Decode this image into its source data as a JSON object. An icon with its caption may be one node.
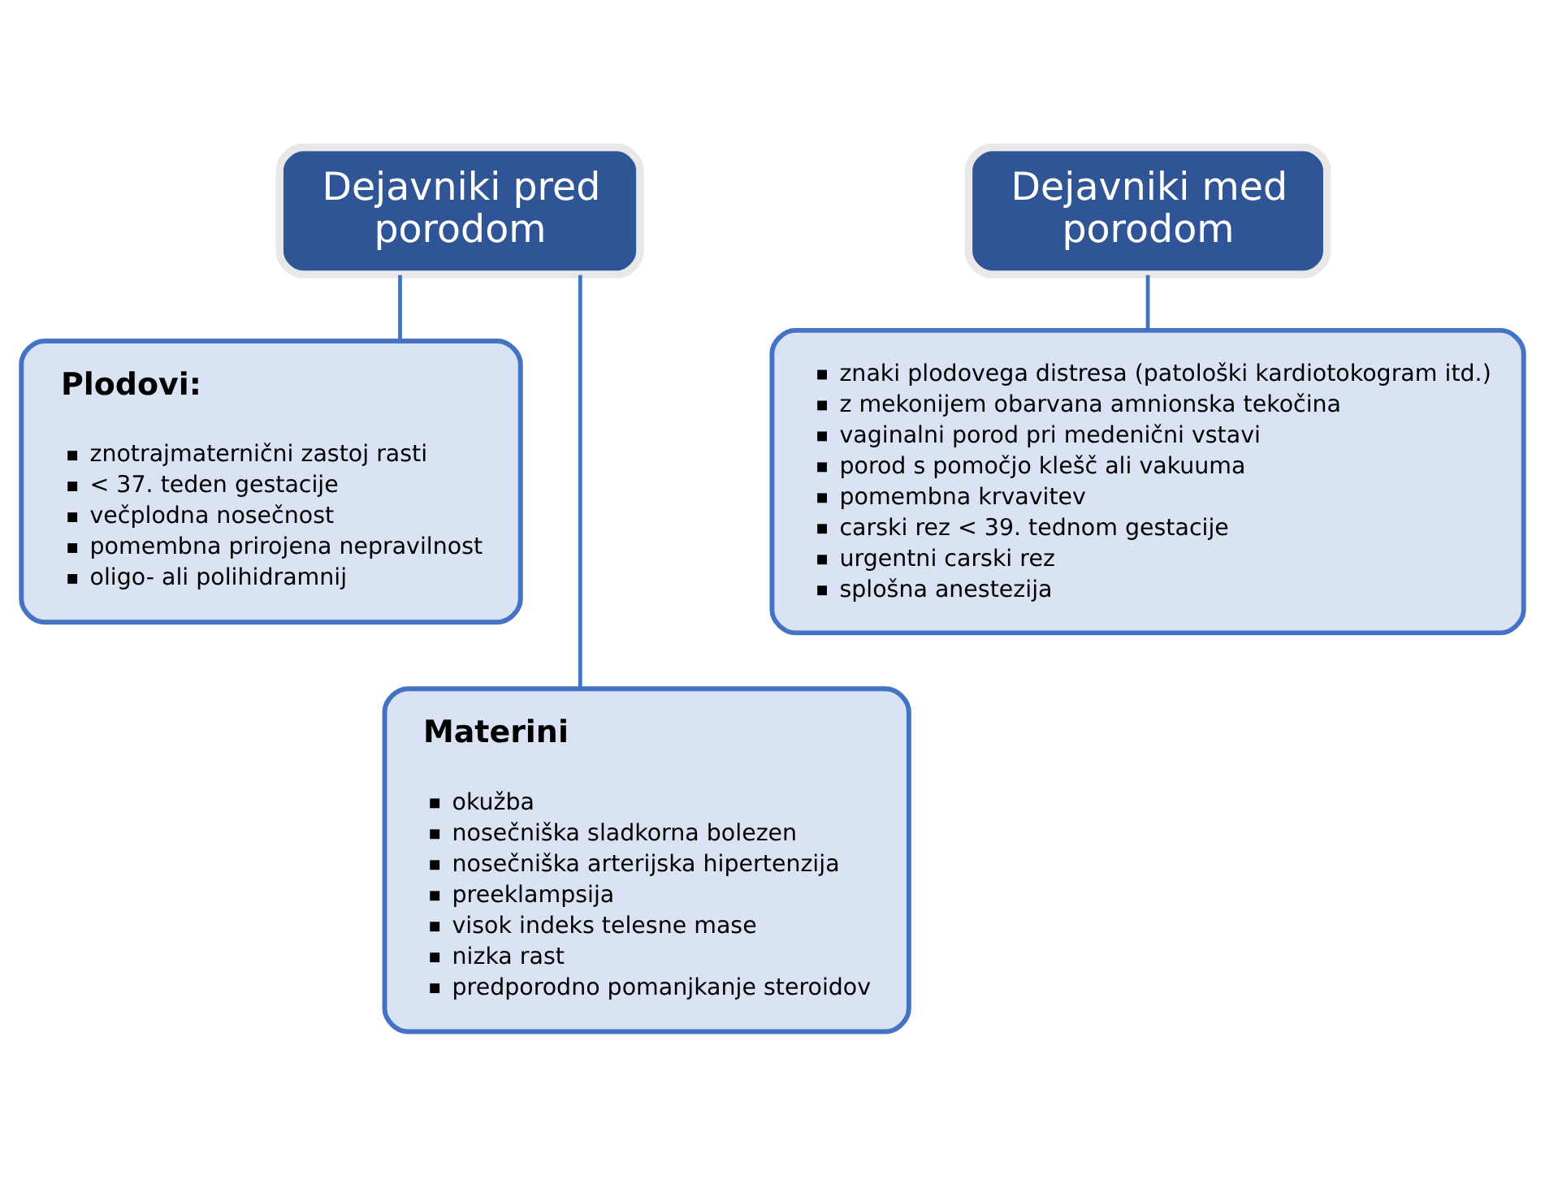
{
  "diagram": {
    "nodes": [
      {
        "text": [
          "Dejavniki pred porodom"
        ]
      },
      {
        "text": [
          "Plodovi:",
          "znotrajmaternični zastoj rasti",
          "< 37. teden gestacije",
          "večplodna nosečnost",
          "pomembna prirojena nepravilnost",
          "oligo- ali polihidramnij"
        ]
      },
      {
        "text": [
          "Materini",
          "okužba",
          "nosečniška sladkorna bolezen",
          "nosečniška arterijska hipertenzija",
          "preeklampsija",
          "visok indeks telesne mase",
          "nizka rast",
          "predporodno pomanjkanje steroidov"
        ]
      },
      {
        "text": [
          "Dejavniki med porodom"
        ]
      },
      {
        "text": [
          "znaki plodovega distresa (patološki kardiotokogram itd.)",
          "z mekonijem obarvana amnionska tekočina",
          "vaginalni porod pri medenični vstavi",
          "porod s pomočjo klešč ali vakuuma",
          "pomembna krvavitev",
          "carski rez < 39. tednom gestacije",
          "urgentni carski rez",
          "splošna anestezija"
        ]
      }
    ],
    "edges": [
      {
        "from": 0,
        "to": 1,
        "arrow": "none"
      },
      {
        "from": 0,
        "to": 2,
        "arrow": "none"
      },
      {
        "from": 3,
        "to": 4,
        "arrow": "none"
      }
    ]
  }
}
